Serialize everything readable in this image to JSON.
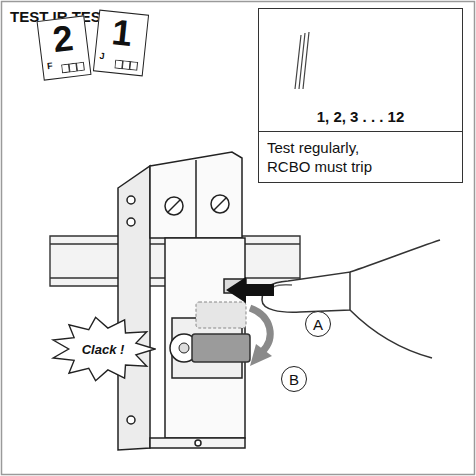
{
  "diagram": {
    "title": "TEST IR TEST",
    "nodes": [
      {
        "text": [
          "1, 2, 3 . . . 12"
        ]
      },
      {
        "text": [
          "2",
          "F"
        ],
        "in": 0
      },
      {
        "text": [
          "1",
          "J"
        ],
        "in": 0
      },
      {
        "text": [
          "Test regularly, RCBO must trip"
        ]
      },
      {
        "text": [
          "Clack !"
        ]
      },
      {
        "text": [
          "A"
        ]
      },
      {
        "text": [
          "B"
        ]
      }
    ]
  }
}
